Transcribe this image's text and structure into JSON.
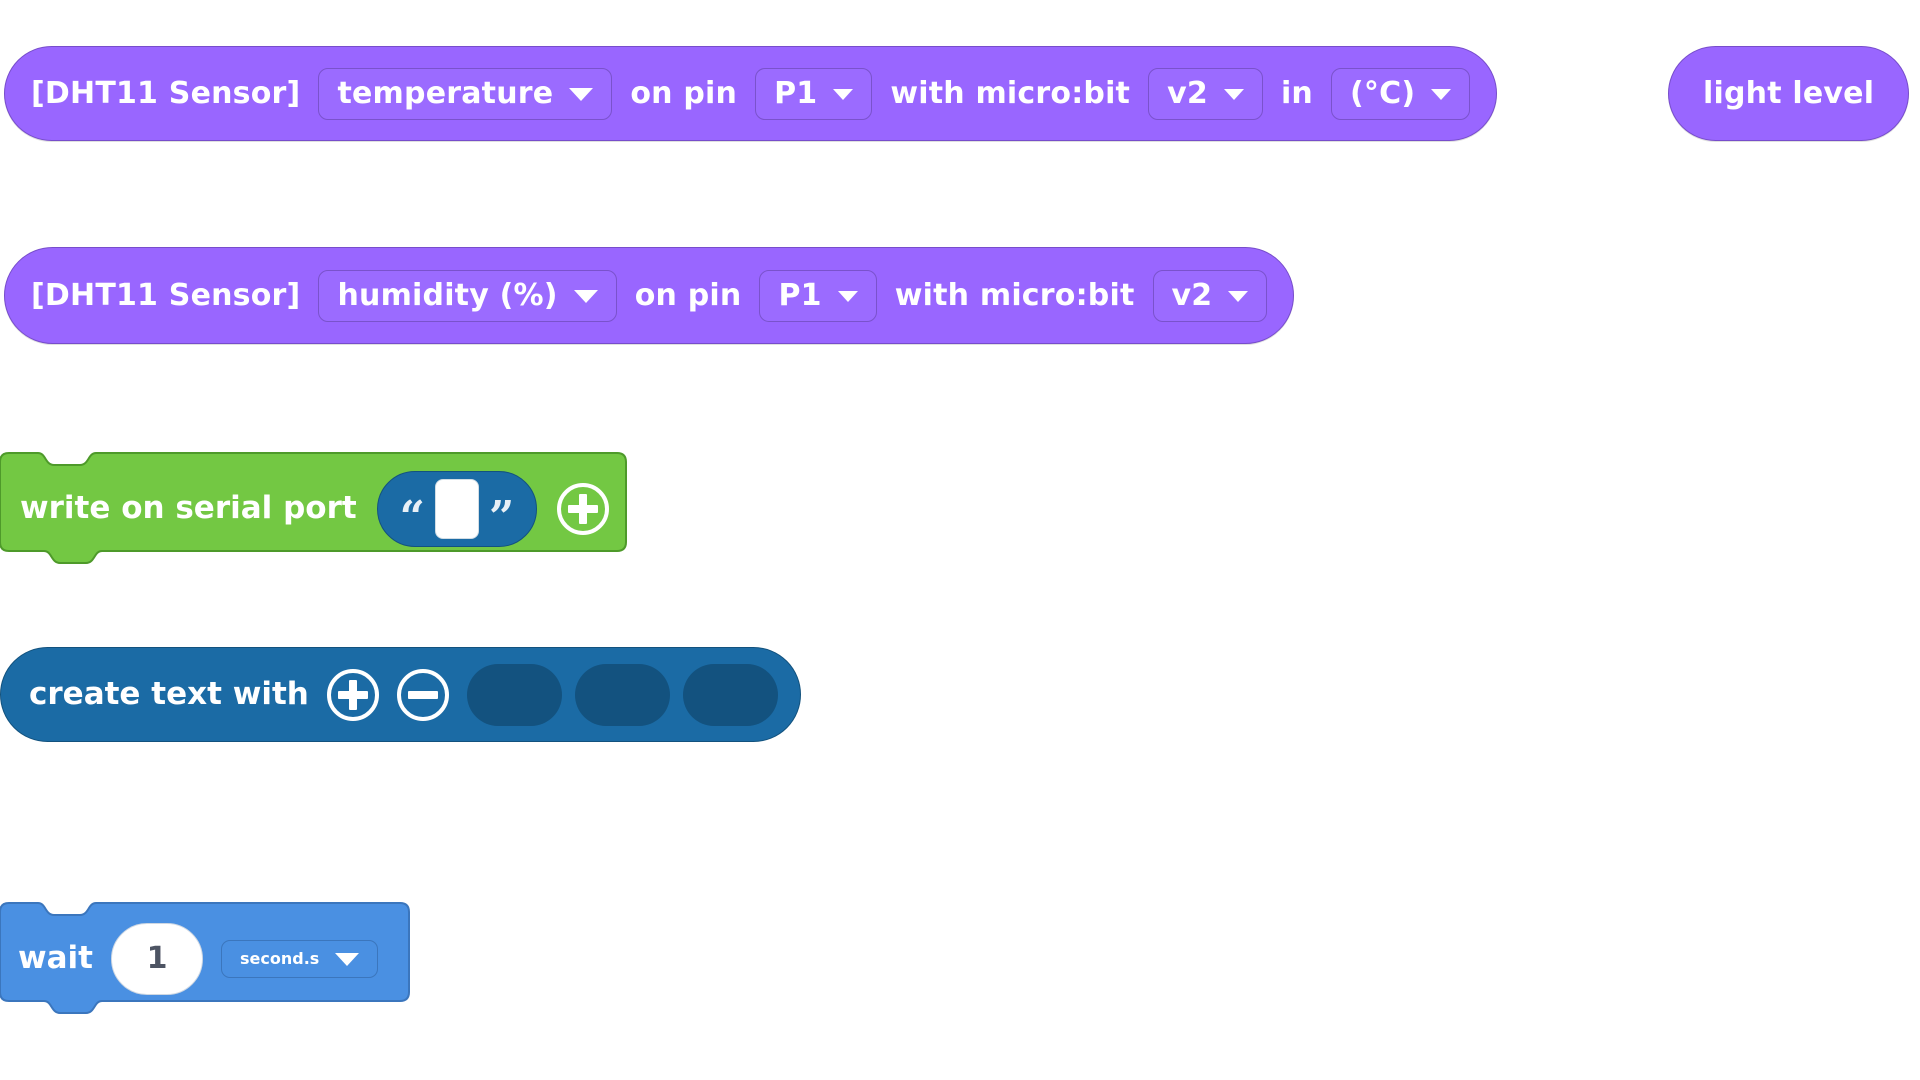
{
  "app": {
    "kind": "visual-block-programming-palette",
    "background": "#ffffff"
  },
  "colors": {
    "sensor_purple": "#9966ff",
    "sensor_purple_field": "#9b6bff",
    "sensor_purple_border": "#774dcb",
    "serial_green": "#73c843",
    "serial_green_border": "#4e9a2a",
    "text_blue": "#1b6ba5",
    "text_blue_slot": "#13527f",
    "wait_blue": "#4a90e2",
    "wait_blue_border": "#3b76bd",
    "field_text": "#ffffff",
    "number_text": "#4d5463"
  },
  "blocks": {
    "dht11_temperature": {
      "name": "dht11-temperature-block",
      "prefix": "[DHT11 Sensor]",
      "measure_dropdown": "temperature",
      "on_pin_label": "on pin",
      "pin_dropdown": "P1",
      "with_microbit_label": "with micro:bit",
      "version_dropdown": "v2",
      "in_label": "in",
      "unit_dropdown": "(°C)"
    },
    "light_level": {
      "name": "light-level-block",
      "label": "light level"
    },
    "dht11_humidity": {
      "name": "dht11-humidity-block",
      "prefix": "[DHT11 Sensor]",
      "measure_dropdown": "humidity (%)",
      "on_pin_label": "on pin",
      "pin_dropdown": "P1",
      "with_microbit_label": "with micro:bit",
      "version_dropdown": "v2"
    },
    "write_serial": {
      "name": "write-on-serial-port-block",
      "label": "write on serial port",
      "text_value": "",
      "open_quote": "“",
      "close_quote": "”",
      "add_icon": "plus-circle-icon"
    },
    "create_text_with": {
      "name": "create-text-with-block",
      "label": "create text with",
      "add_icon": "plus-circle-icon",
      "remove_icon": "minus-circle-icon",
      "slot_count": 3,
      "slots": [
        "",
        "",
        ""
      ]
    },
    "wait": {
      "name": "wait-block",
      "label": "wait",
      "duration_value": "1",
      "unit_dropdown": "second.s"
    }
  }
}
